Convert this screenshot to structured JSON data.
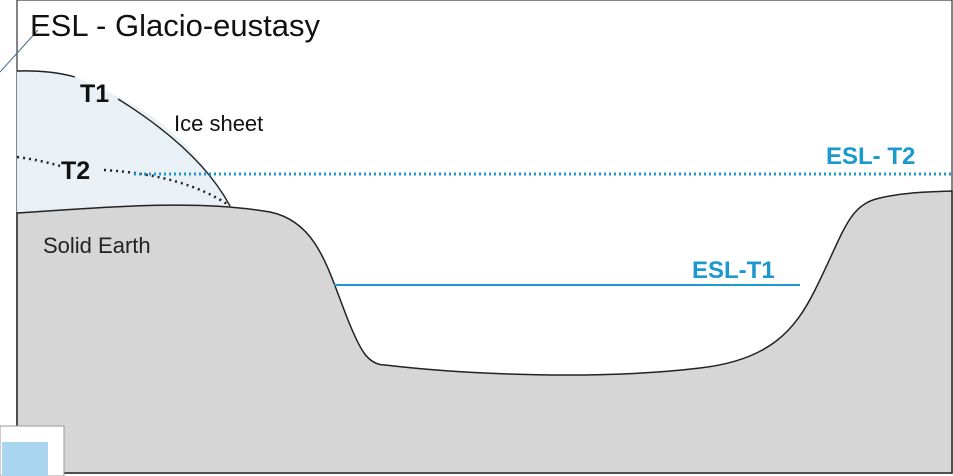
{
  "title": "ESL - Glacio-eustasy",
  "labels": {
    "t1": "T1",
    "t2": "T2",
    "ice_sheet": "Ice sheet",
    "solid_earth": "Solid Earth",
    "esl_t1": "ESL-T1",
    "esl_t2": "ESL- T2"
  },
  "colors": {
    "sea_level": "#1b98d0",
    "ice_fill": "#e9f1f7",
    "earth_fill": "#d6d6d6",
    "outline": "#222222",
    "legend_swatch": "#a9d6ee"
  }
}
